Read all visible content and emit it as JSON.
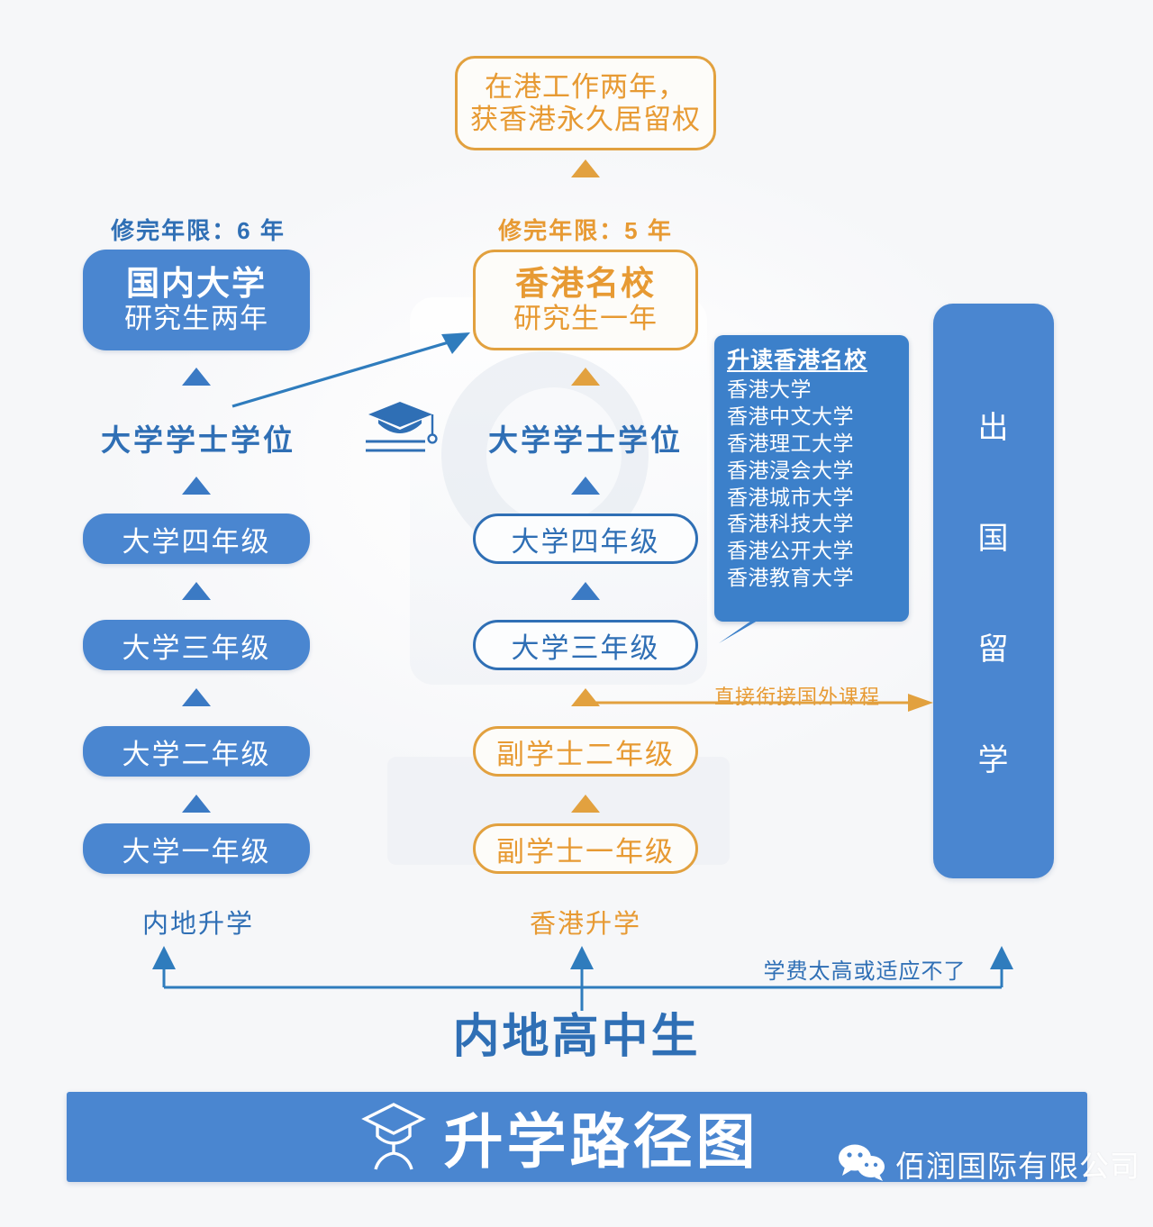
{
  "diagram": {
    "title": "升学路径图",
    "colors": {
      "blue": "#4a86d0",
      "blue_dark": "#2f6fb5",
      "orange": "#e79a33",
      "orange_border": "#e2a13f",
      "white": "#ffffff"
    },
    "top_note": {
      "line1": "在港工作两年，",
      "line2": "获香港永久居留权"
    },
    "left_column": {
      "duration_label": "修完年限：6 年",
      "top_box": {
        "line1": "国内大学",
        "line2": "研究生两年"
      },
      "degree_label": "大学学士学位",
      "grades": [
        "大学四年级",
        "大学三年级",
        "大学二年级",
        "大学一年级"
      ],
      "path_label": "内地升学"
    },
    "middle_column": {
      "duration_label": "修完年限：5 年",
      "top_box": {
        "line1": "香港名校",
        "line2": "研究生一年"
      },
      "degree_label": "大学学士学位",
      "grades": [
        "大学四年级",
        "大学三年级"
      ],
      "assoc_grades": [
        "副学士二年级",
        "副学士一年级"
      ],
      "path_label": "香港升学"
    },
    "uni_callout": {
      "title": "升读香港名校",
      "items": [
        "香港大学",
        "香港中文大学",
        "香港理工大学",
        "香港浸会大学",
        "香港城市大学",
        "香港科技大学",
        "香港公开大学",
        "香港教育大学"
      ]
    },
    "right_column": {
      "box_chars": [
        "出",
        "国",
        "留",
        "学"
      ],
      "direct_link_label": "直接衔接国外课程",
      "fallback_label": "学费太高或适应不了"
    },
    "source_label": "内地高中生",
    "footer": {
      "title": "升学路径图",
      "company": "佰润国际有限公司"
    },
    "icons": {
      "graduation_cap": "graduation-cap-icon",
      "wechat": "wechat-icon"
    }
  }
}
